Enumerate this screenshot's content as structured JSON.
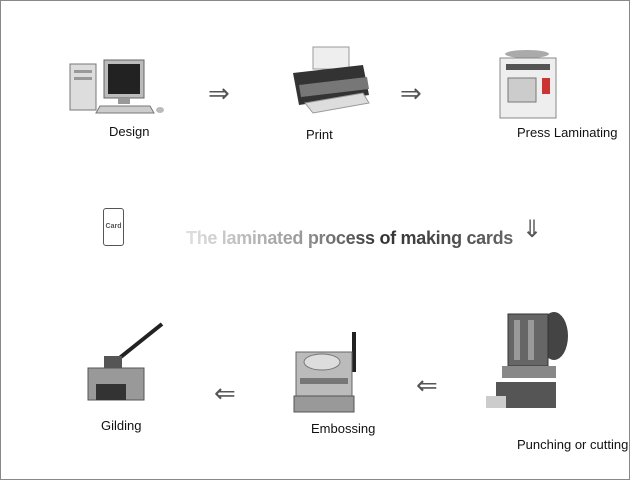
{
  "title": "The laminated process of making cards",
  "card_label": "Card",
  "steps": [
    {
      "label": "Design"
    },
    {
      "label": "Print"
    },
    {
      "label": "Press Laminating"
    },
    {
      "label": "Punching or cutting"
    },
    {
      "label": "Embossing"
    },
    {
      "label": "Gilding"
    }
  ]
}
